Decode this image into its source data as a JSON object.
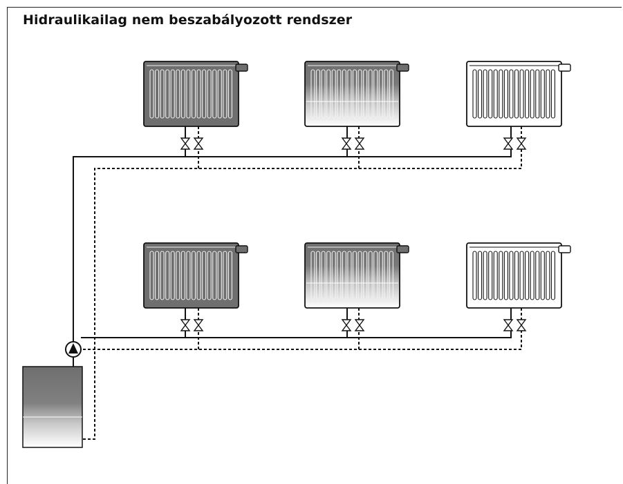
{
  "title": "Hidraulikailag nem beszabályozott rendszer",
  "colors": {
    "hot": "#707070",
    "cold": "#ffffff",
    "line": "#111111"
  },
  "radiators": [
    {
      "id": "top-1",
      "row": 1,
      "col": 1,
      "heat_level": 1.0
    },
    {
      "id": "top-2",
      "row": 1,
      "col": 2,
      "heat_level": 0.6
    },
    {
      "id": "top-3",
      "row": 1,
      "col": 3,
      "heat_level": 0.0
    },
    {
      "id": "bottom-1",
      "row": 2,
      "col": 1,
      "heat_level": 1.0
    },
    {
      "id": "bottom-2",
      "row": 2,
      "col": 2,
      "heat_level": 0.6
    },
    {
      "id": "bottom-3",
      "row": 2,
      "col": 3,
      "heat_level": 0.0
    }
  ],
  "boiler": {
    "heat_level": 0.6
  },
  "pump": {
    "icon": "pump-icon"
  }
}
